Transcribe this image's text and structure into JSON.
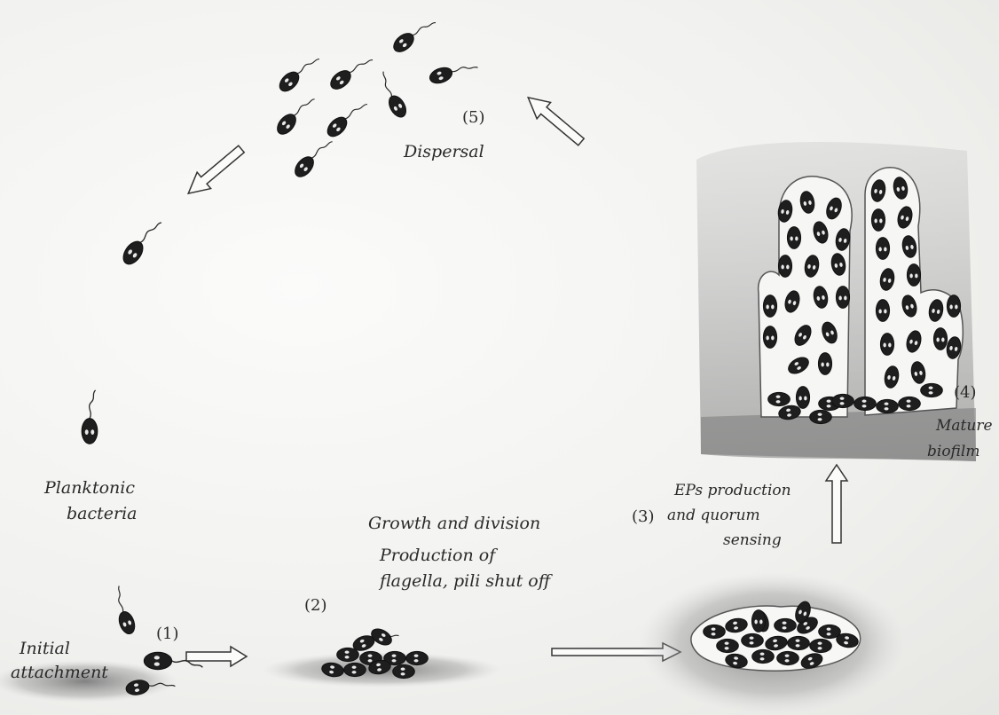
{
  "labels": {
    "stage5_number": "(5)",
    "stage5_name": "Dispersal",
    "planktonic_line1": "Planktonic",
    "planktonic_line2": "bacteria",
    "stage1_number": "(1)",
    "stage1_line1": "Initial",
    "stage1_line2": "attachment",
    "stage2_number": "(2)",
    "stage2_line1": "Growth and division",
    "stage2_line2": "Production of",
    "stage2_line3": "flagella, pili shut off",
    "stage3_number": "(3)",
    "stage3_line1": "EPs production",
    "stage3_line2": "and quorum",
    "stage3_line3": "sensing",
    "stage4_number": "(4)",
    "stage4_line1": "Mature",
    "stage4_line2": "biofilm"
  },
  "colors": {
    "ink": "#2a2a2a",
    "cell_fill": "#1e1e1e",
    "shade": "#8a8a8a",
    "paper": "#f3f3f1"
  }
}
